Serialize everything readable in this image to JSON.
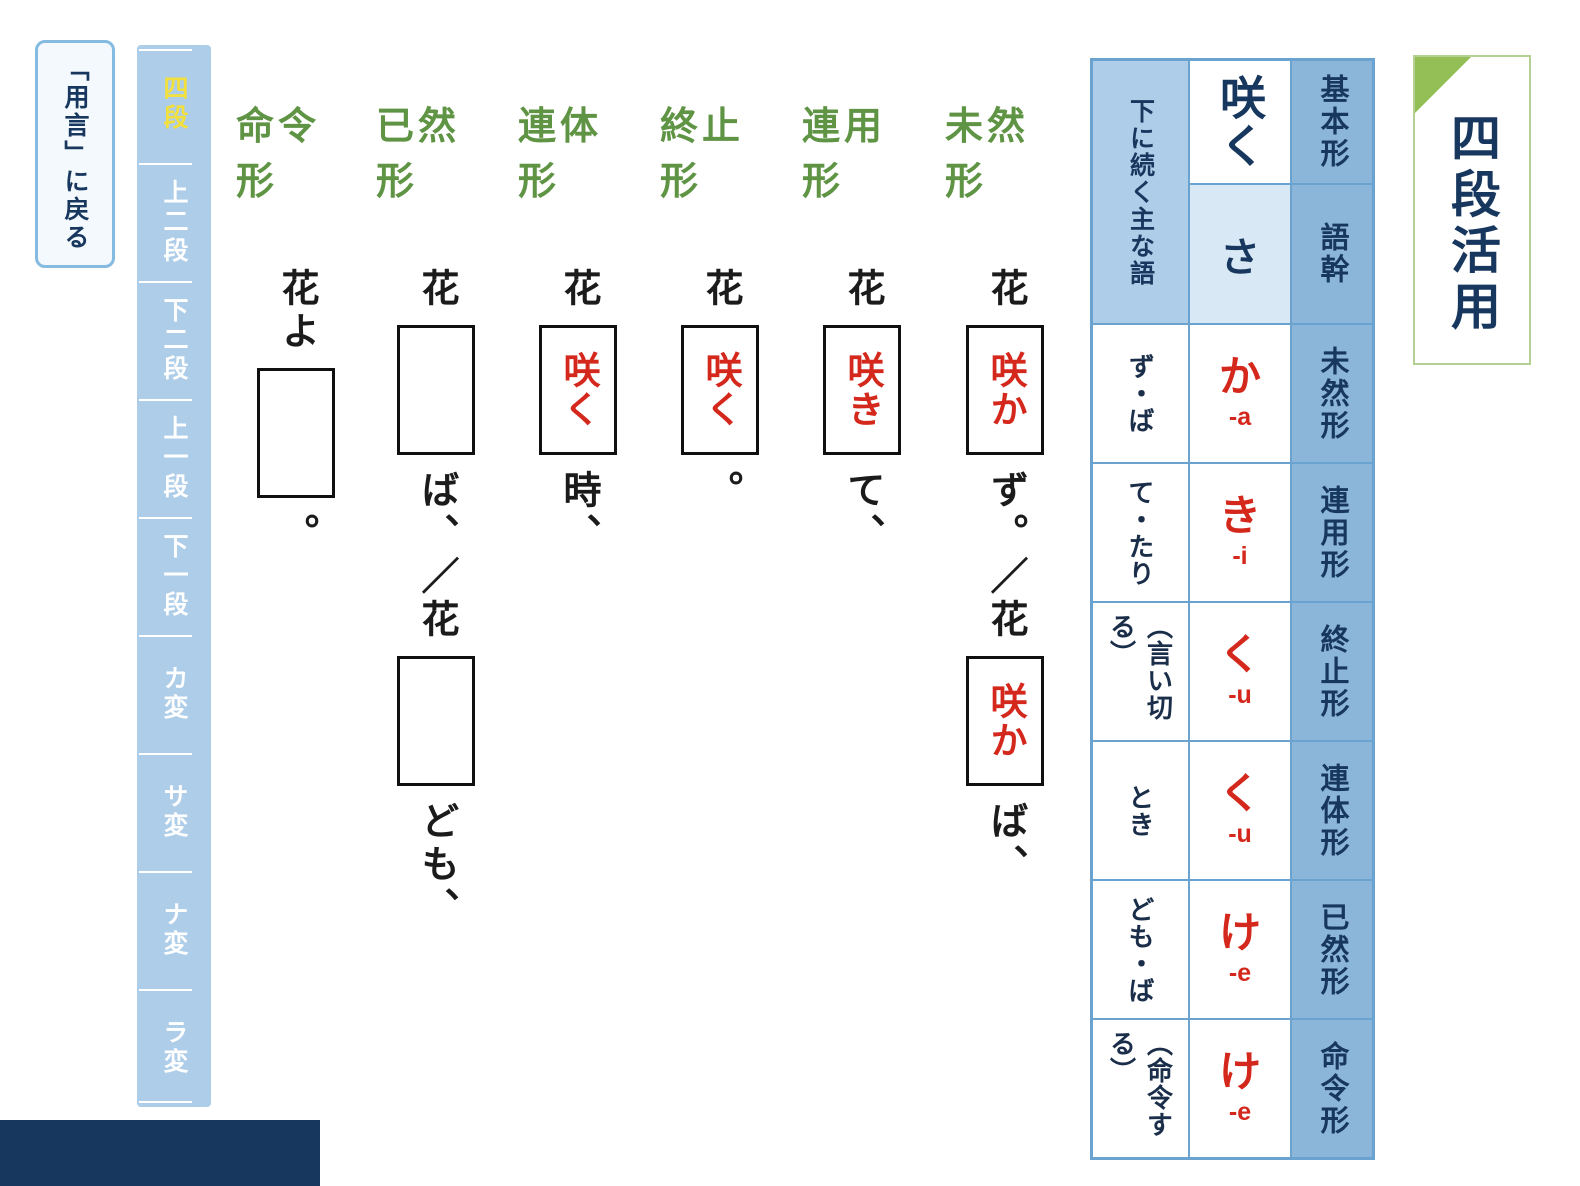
{
  "back_button": {
    "label": "「用言」に戻る"
  },
  "nav": {
    "items": [
      "四段",
      "上二段",
      "下二段",
      "上一段",
      "下一段",
      "カ変",
      "サ変",
      "ナ変",
      "ラ変"
    ],
    "active_item": "四段"
  },
  "title": "四段活用",
  "table": {
    "following_header": "下に続く主な語",
    "rows": [
      {
        "form": "基本形",
        "conj": "咲く"
      },
      {
        "form": "語幹",
        "conj": "さ"
      },
      {
        "form": "未然形",
        "conj": "か",
        "roman": "-a",
        "follow": "ず・ば"
      },
      {
        "form": "連用形",
        "conj": "き",
        "roman": "-i",
        "follow": "て・たり"
      },
      {
        "form": "終止形",
        "conj": "く",
        "roman": "-u",
        "follow": "（言い切る）"
      },
      {
        "form": "連体形",
        "conj": "く",
        "roman": "-u",
        "follow": "とき"
      },
      {
        "form": "已然形",
        "conj": "け",
        "roman": "-e",
        "follow": "ども・ば"
      },
      {
        "form": "命令形",
        "conj": "け",
        "roman": "-e",
        "follow": "（命令する）"
      }
    ]
  },
  "examples": [
    {
      "header": "未然形",
      "t1": "花",
      "box1": "咲か",
      "t2": "ず。／花",
      "box2": "咲か",
      "t3": "ば、"
    },
    {
      "header": "連用形",
      "t1": "花",
      "box1": "咲き",
      "t2": "て、"
    },
    {
      "header": "終止形",
      "t1": "花",
      "box1": "咲く",
      "t2": "。"
    },
    {
      "header": "連体形",
      "t1": "花",
      "box1": "咲く",
      "t2": "時、"
    },
    {
      "header": "已然形",
      "t1": "花",
      "box1": "",
      "t2": "ば、／花",
      "box2": "",
      "t3": "ども、"
    },
    {
      "header": "命令形",
      "t1": "花よ",
      "box1": "",
      "t2": "。"
    }
  ],
  "colors": {
    "navy": "#17375e",
    "nav_bg": "#aecde8",
    "active_yellow": "#f2e03c",
    "green_label": "#5f9444",
    "answer_red": "#d4281c",
    "table_border": "#6aa3d0",
    "form_cell_bg": "#8cb5da",
    "banner_triangle": "#94bf57",
    "footer_bar": "#17375e"
  }
}
